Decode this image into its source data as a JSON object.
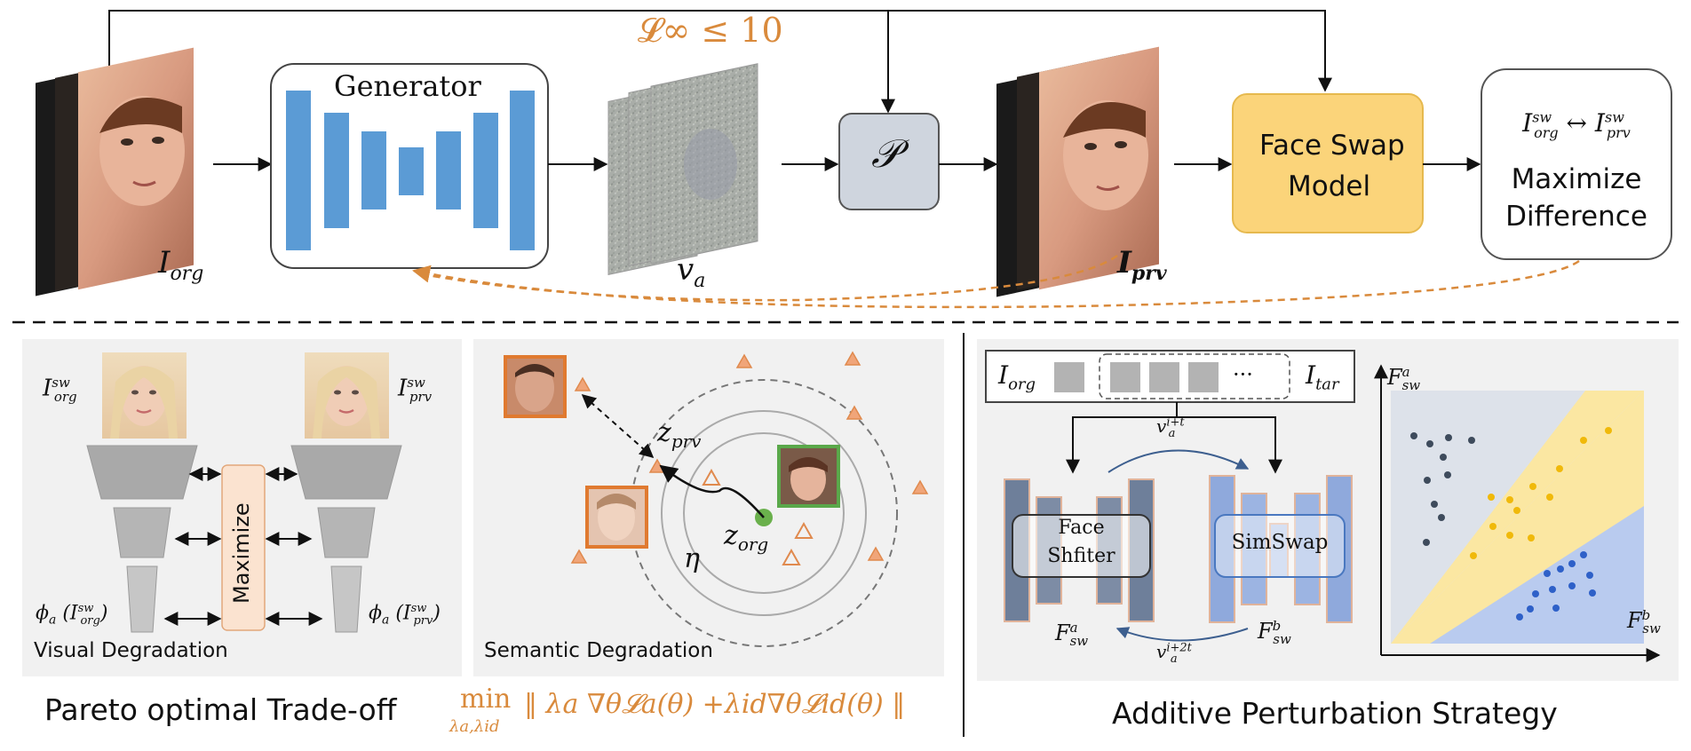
{
  "top": {
    "generator_label": "Generator",
    "linf_label": "𝓛∞ ≤ 10",
    "p_label": "𝒫",
    "face_swap_label_1": "Face Swap",
    "face_swap_label_2": "Model",
    "maximize_1": "Maximize",
    "maximize_2": "Difference",
    "i_org": "I_org",
    "i_prv": "I_prv",
    "v_a": "v_a"
  },
  "bottom_left": {
    "visual_caption": "Visual Degradation",
    "semantic_caption": "Semantic Degradation",
    "maximize_label": "Maximize",
    "main_caption": "Pareto optimal Trade-off",
    "formula_min": "min",
    "formula_sub": "λa,λid",
    "formula_body": "‖ λa ∇θ𝓛a(θ) +λid∇θ𝓛id(θ) ‖",
    "z_prv": "z_prv",
    "z_org": "z_org",
    "eta": "η"
  },
  "bottom_right": {
    "i_org": "I_org",
    "i_tar": "I_tar",
    "ellipsis": "···",
    "face_shifter_1": "Face",
    "face_shifter_2": "Shfiter",
    "simswap": "SimSwap",
    "main_caption": "Additive Perturbation Strategy",
    "v_top": "v_a^(i+t)",
    "v_bottom": "v_a^(i+2t)"
  },
  "colors": {
    "generator_bar": "#5b9bd5",
    "orange": "#d98a3c",
    "p_box": "#cfd5de",
    "face_swap_box": "#fbd47a",
    "panel_bg": "#f1f1f1"
  }
}
